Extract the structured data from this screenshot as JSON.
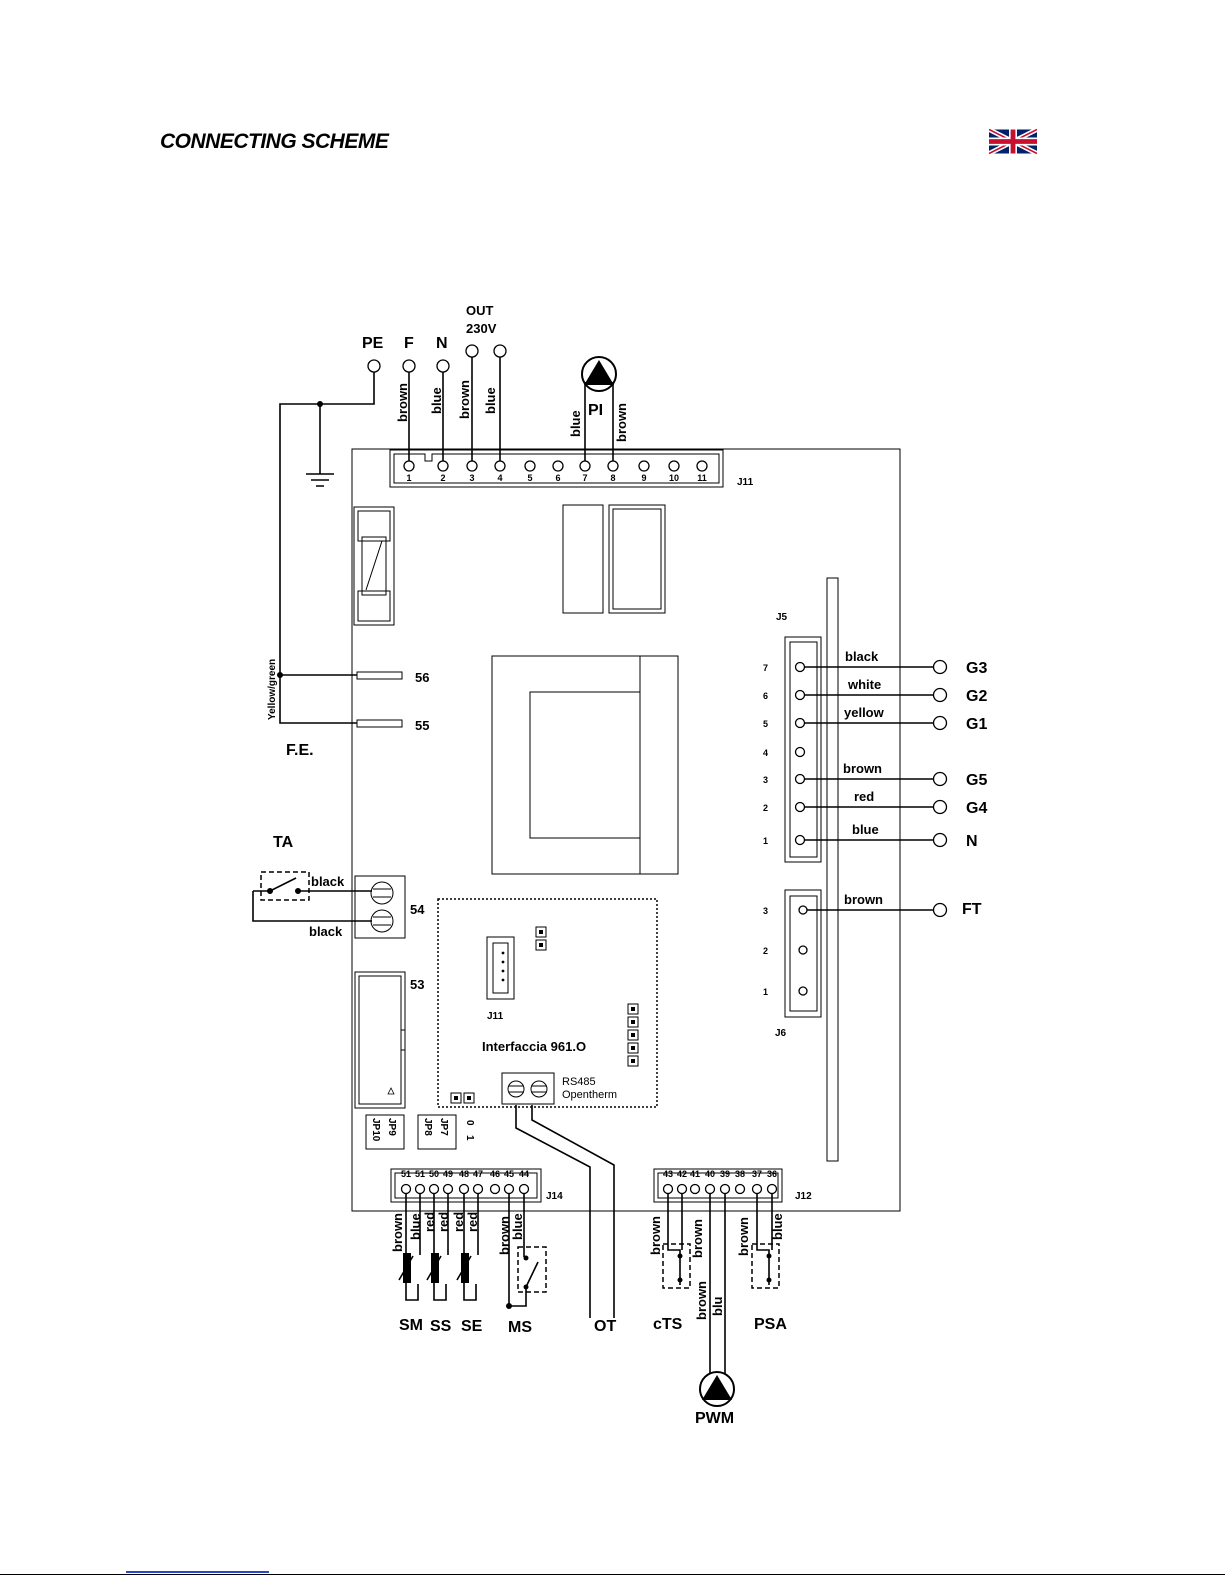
{
  "header": {
    "title": "CONNECTING SCHEME",
    "flag_icon": "uk-flag-icon"
  },
  "top_terminals": {
    "pe": "PE",
    "f": "F",
    "n": "N",
    "out_line1": "OUT",
    "out_line2": "230V",
    "pump": "PI"
  },
  "top_wires": {
    "f": "brown",
    "n": "blue",
    "out1": "brown",
    "out2": "blue",
    "pi1": "blue",
    "pi2": "brown"
  },
  "connectors": {
    "j11": "J11",
    "j11_pins": [
      "1",
      "2",
      "3",
      "4",
      "5",
      "6",
      "7",
      "8",
      "9",
      "10",
      "11"
    ],
    "j5": "J5",
    "j5_pins": [
      "7",
      "6",
      "5",
      "4",
      "3",
      "2",
      "1"
    ],
    "j6": "J6",
    "j6_pins": [
      "3",
      "2",
      "1"
    ],
    "j14": "J14",
    "j14_pins": [
      "51",
      "51",
      "50",
      "49",
      "48",
      "47",
      "46",
      "45",
      "44"
    ],
    "j12": "J12",
    "j12_pins": [
      "43",
      "42",
      "41",
      "40",
      "39",
      "38",
      "37",
      "36"
    ]
  },
  "left_side": {
    "ground_wire": "Yellow/green",
    "t56": "56",
    "t55": "55",
    "fe": "F.E.",
    "ta": "TA",
    "ta_wire1": "black",
    "ta_wire2": "black",
    "t54": "54",
    "t53": "53"
  },
  "right_side": {
    "wires": [
      "black",
      "white",
      "yellow",
      "brown",
      "red",
      "blue"
    ],
    "outputs": [
      "G3",
      "G2",
      "G1",
      "G5",
      "G4",
      "N"
    ],
    "ft_wire": "brown",
    "ft": "FT"
  },
  "interface": {
    "name": "Interfaccia 961.O",
    "j11": "J11",
    "rs485": "RS485",
    "opentherm": "Opentherm"
  },
  "jumpers": {
    "jp10": "JP10",
    "jp9": "JP9",
    "jp8": "JP8",
    "jp7": "JP7",
    "zero": "0",
    "one": "1"
  },
  "bottom_wires": {
    "sm": [
      "brown",
      "blue"
    ],
    "ss": [
      "red",
      "red"
    ],
    "se": [
      "red",
      "red"
    ],
    "ms": [
      "brown",
      "blue"
    ],
    "cts": [
      "brown",
      "brown"
    ],
    "pwm": [
      "brown",
      "blu"
    ],
    "psa": [
      "brown",
      "blue"
    ]
  },
  "bottom_labels": {
    "sm": "SM",
    "ss": "SS",
    "se": "SE",
    "ms": "MS",
    "ot": "OT",
    "cts": "cTS",
    "psa": "PSA",
    "pwm": "PWM"
  }
}
